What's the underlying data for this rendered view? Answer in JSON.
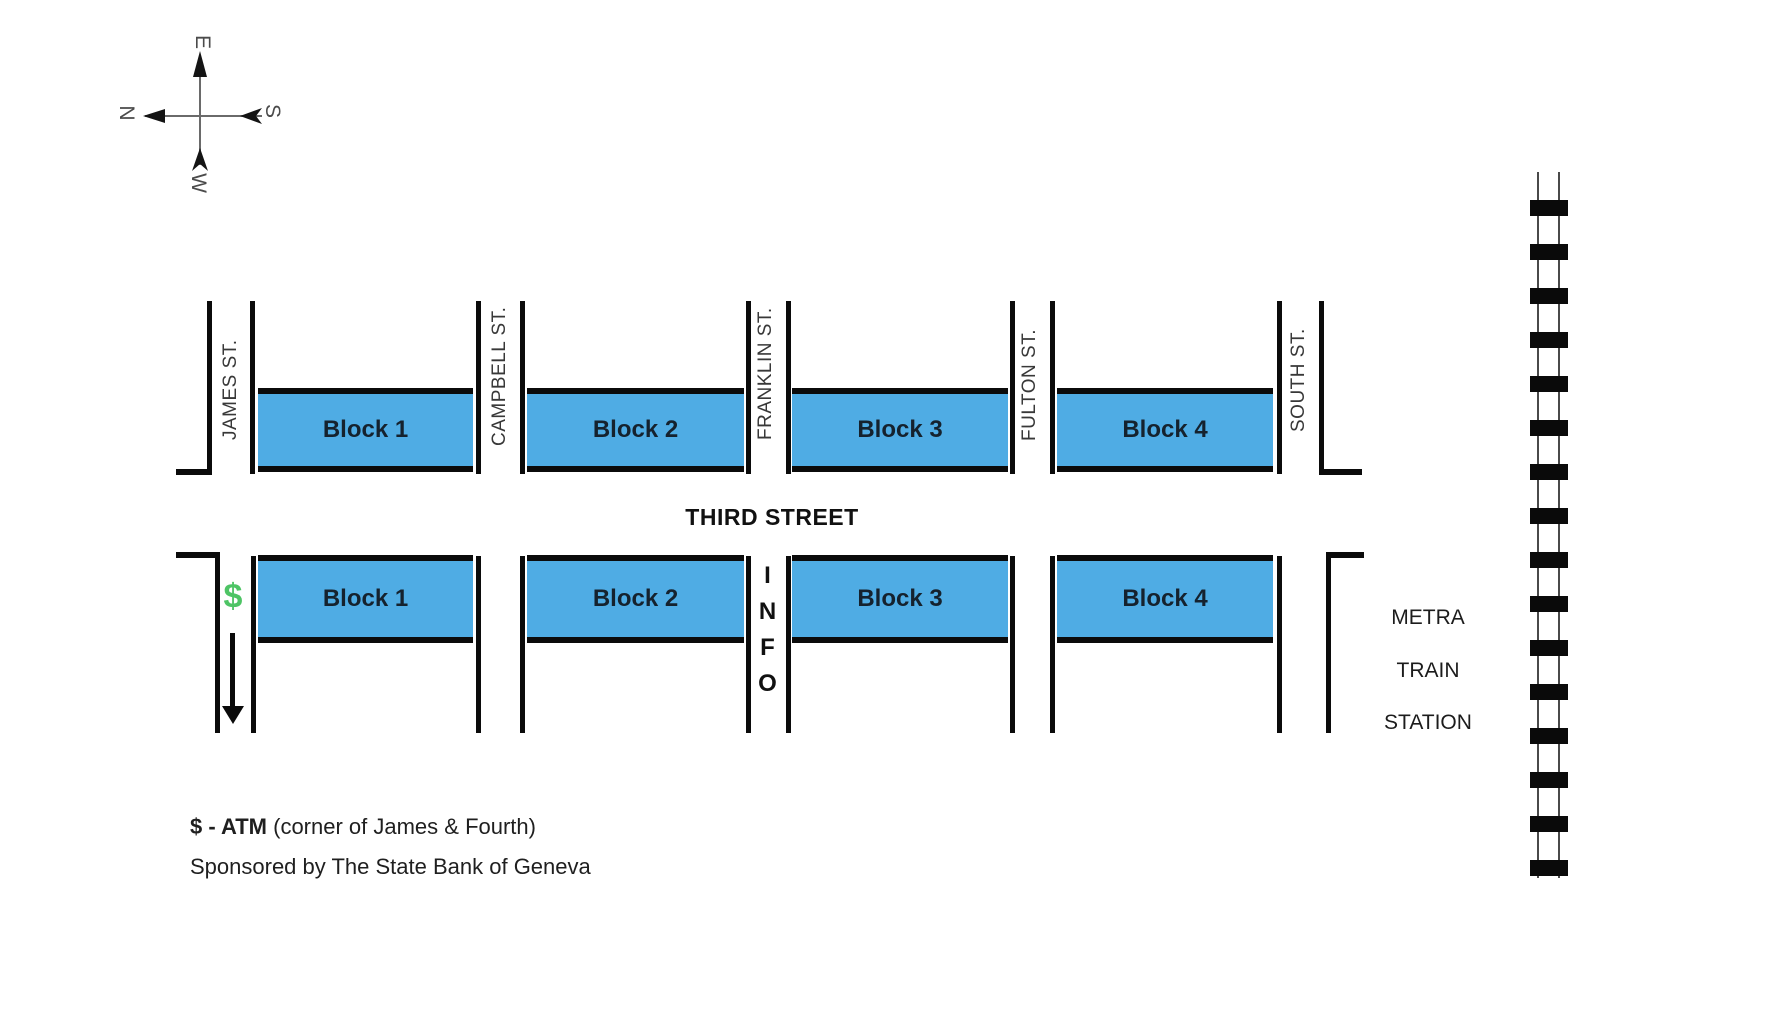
{
  "compass": {
    "north": "N",
    "south": "S",
    "east": "E",
    "west": "W"
  },
  "streets": {
    "main": {
      "label": "THIRD STREET"
    },
    "vertical": [
      {
        "label": "JAMES ST."
      },
      {
        "label": "CAMPBELL ST."
      },
      {
        "label": "FRANKLIN ST."
      },
      {
        "label": "FULTON ST."
      },
      {
        "label": "SOUTH ST."
      }
    ]
  },
  "blocks": {
    "north_row": [
      "Block 1",
      "Block 2",
      "Block 3",
      "Block 4"
    ],
    "south_row": [
      "Block 1",
      "Block 2",
      "Block 3",
      "Block 4"
    ]
  },
  "info_booth": {
    "label": "INFO"
  },
  "atm": {
    "symbol": "$"
  },
  "station": {
    "lines": [
      "METRA",
      "TRAIN",
      "STATION"
    ]
  },
  "legend": {
    "atm_bold": "$ - ATM",
    "atm_rest": " (corner of James & Fourth)",
    "sponsor": "Sponsored by The State Bank of Geneva"
  },
  "colors": {
    "block_fill": "#4FACE4",
    "atm_green": "#4EC465"
  }
}
